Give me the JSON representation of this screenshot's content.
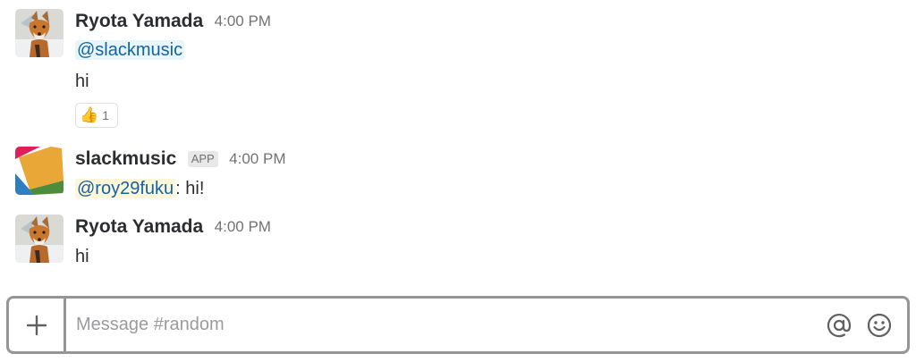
{
  "messages": [
    {
      "sender": "Ryota Yamada",
      "time": "4:00 PM",
      "mention": "@slackmusic",
      "text": "hi",
      "reaction": {
        "emoji": "👍",
        "count": "1"
      }
    },
    {
      "sender": "slackmusic",
      "badge": "APP",
      "time": "4:00 PM",
      "mention": "@roy29fuku",
      "text": ": hi!"
    },
    {
      "sender": "Ryota Yamada",
      "time": "4:00 PM",
      "text": "hi"
    }
  ],
  "composer": {
    "placeholder": "Message #random"
  },
  "icons": {
    "add": "plus-icon",
    "mention": "at-sign-icon",
    "emoji": "smiley-icon"
  },
  "colors": {
    "mention_text": "#1264a3",
    "mention_bg": "#e8f5fa",
    "self_mention_bg": "#fdf6d8",
    "composer_border": "#959595"
  }
}
